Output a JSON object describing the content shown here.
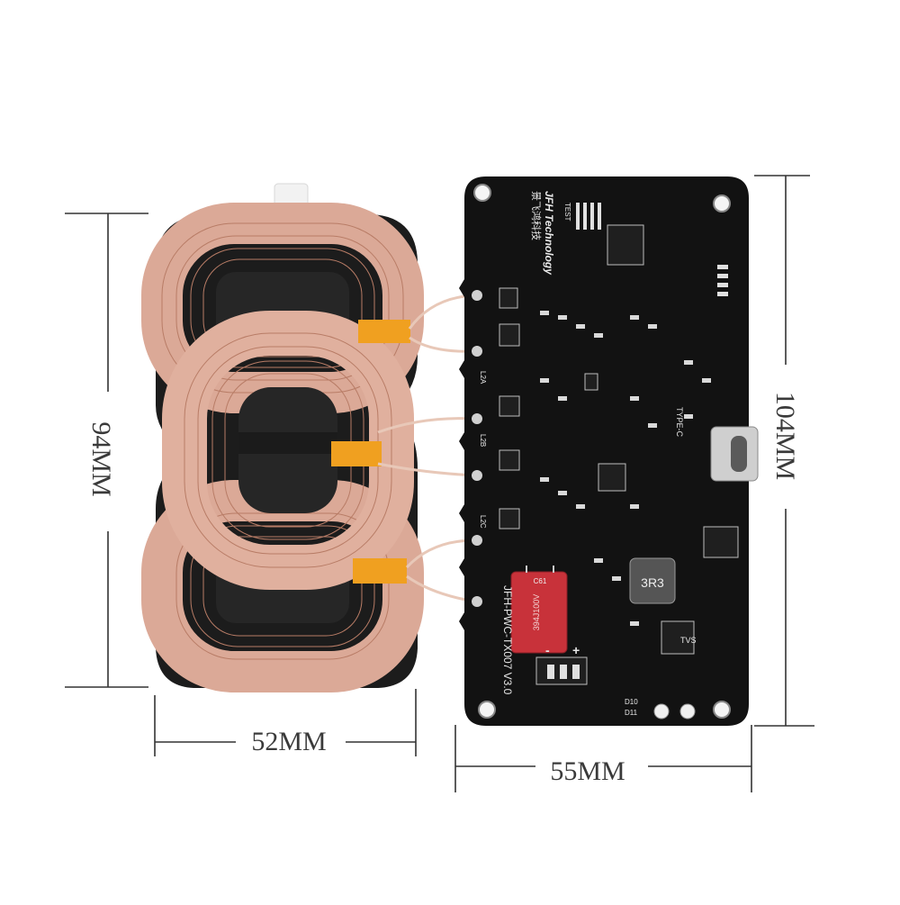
{
  "dimensions": {
    "coil_height": "94MM",
    "board_height": "104MM",
    "coil_width": "52MM",
    "board_width": "55MM"
  },
  "board": {
    "brand_en": "JFH Technology",
    "brand_cn": "景飞鸿科技",
    "model": "JFH-PWC-TX007 V3.0",
    "inductor_marking": "3R3",
    "capacitor_marking": "394J100V",
    "capacitor_ref": "C61",
    "tvs_label": "TVS",
    "usb_label": "TYPE-C",
    "test_label": "TEST",
    "coil_labels": [
      "L2A",
      "L2B",
      "L2C"
    ],
    "led_labels": [
      "D10",
      "D11"
    ],
    "polarity_plus": "+",
    "polarity_minus": "-"
  },
  "colors": {
    "pcb": "#111111",
    "silkscreen": "#e8e8e8",
    "copper_wire": "#d9a48e",
    "kapton_tape": "#f0a020",
    "ferrite": "#1e1e1e",
    "capacitor": "#c8323a",
    "dimension_line": "#333333"
  }
}
